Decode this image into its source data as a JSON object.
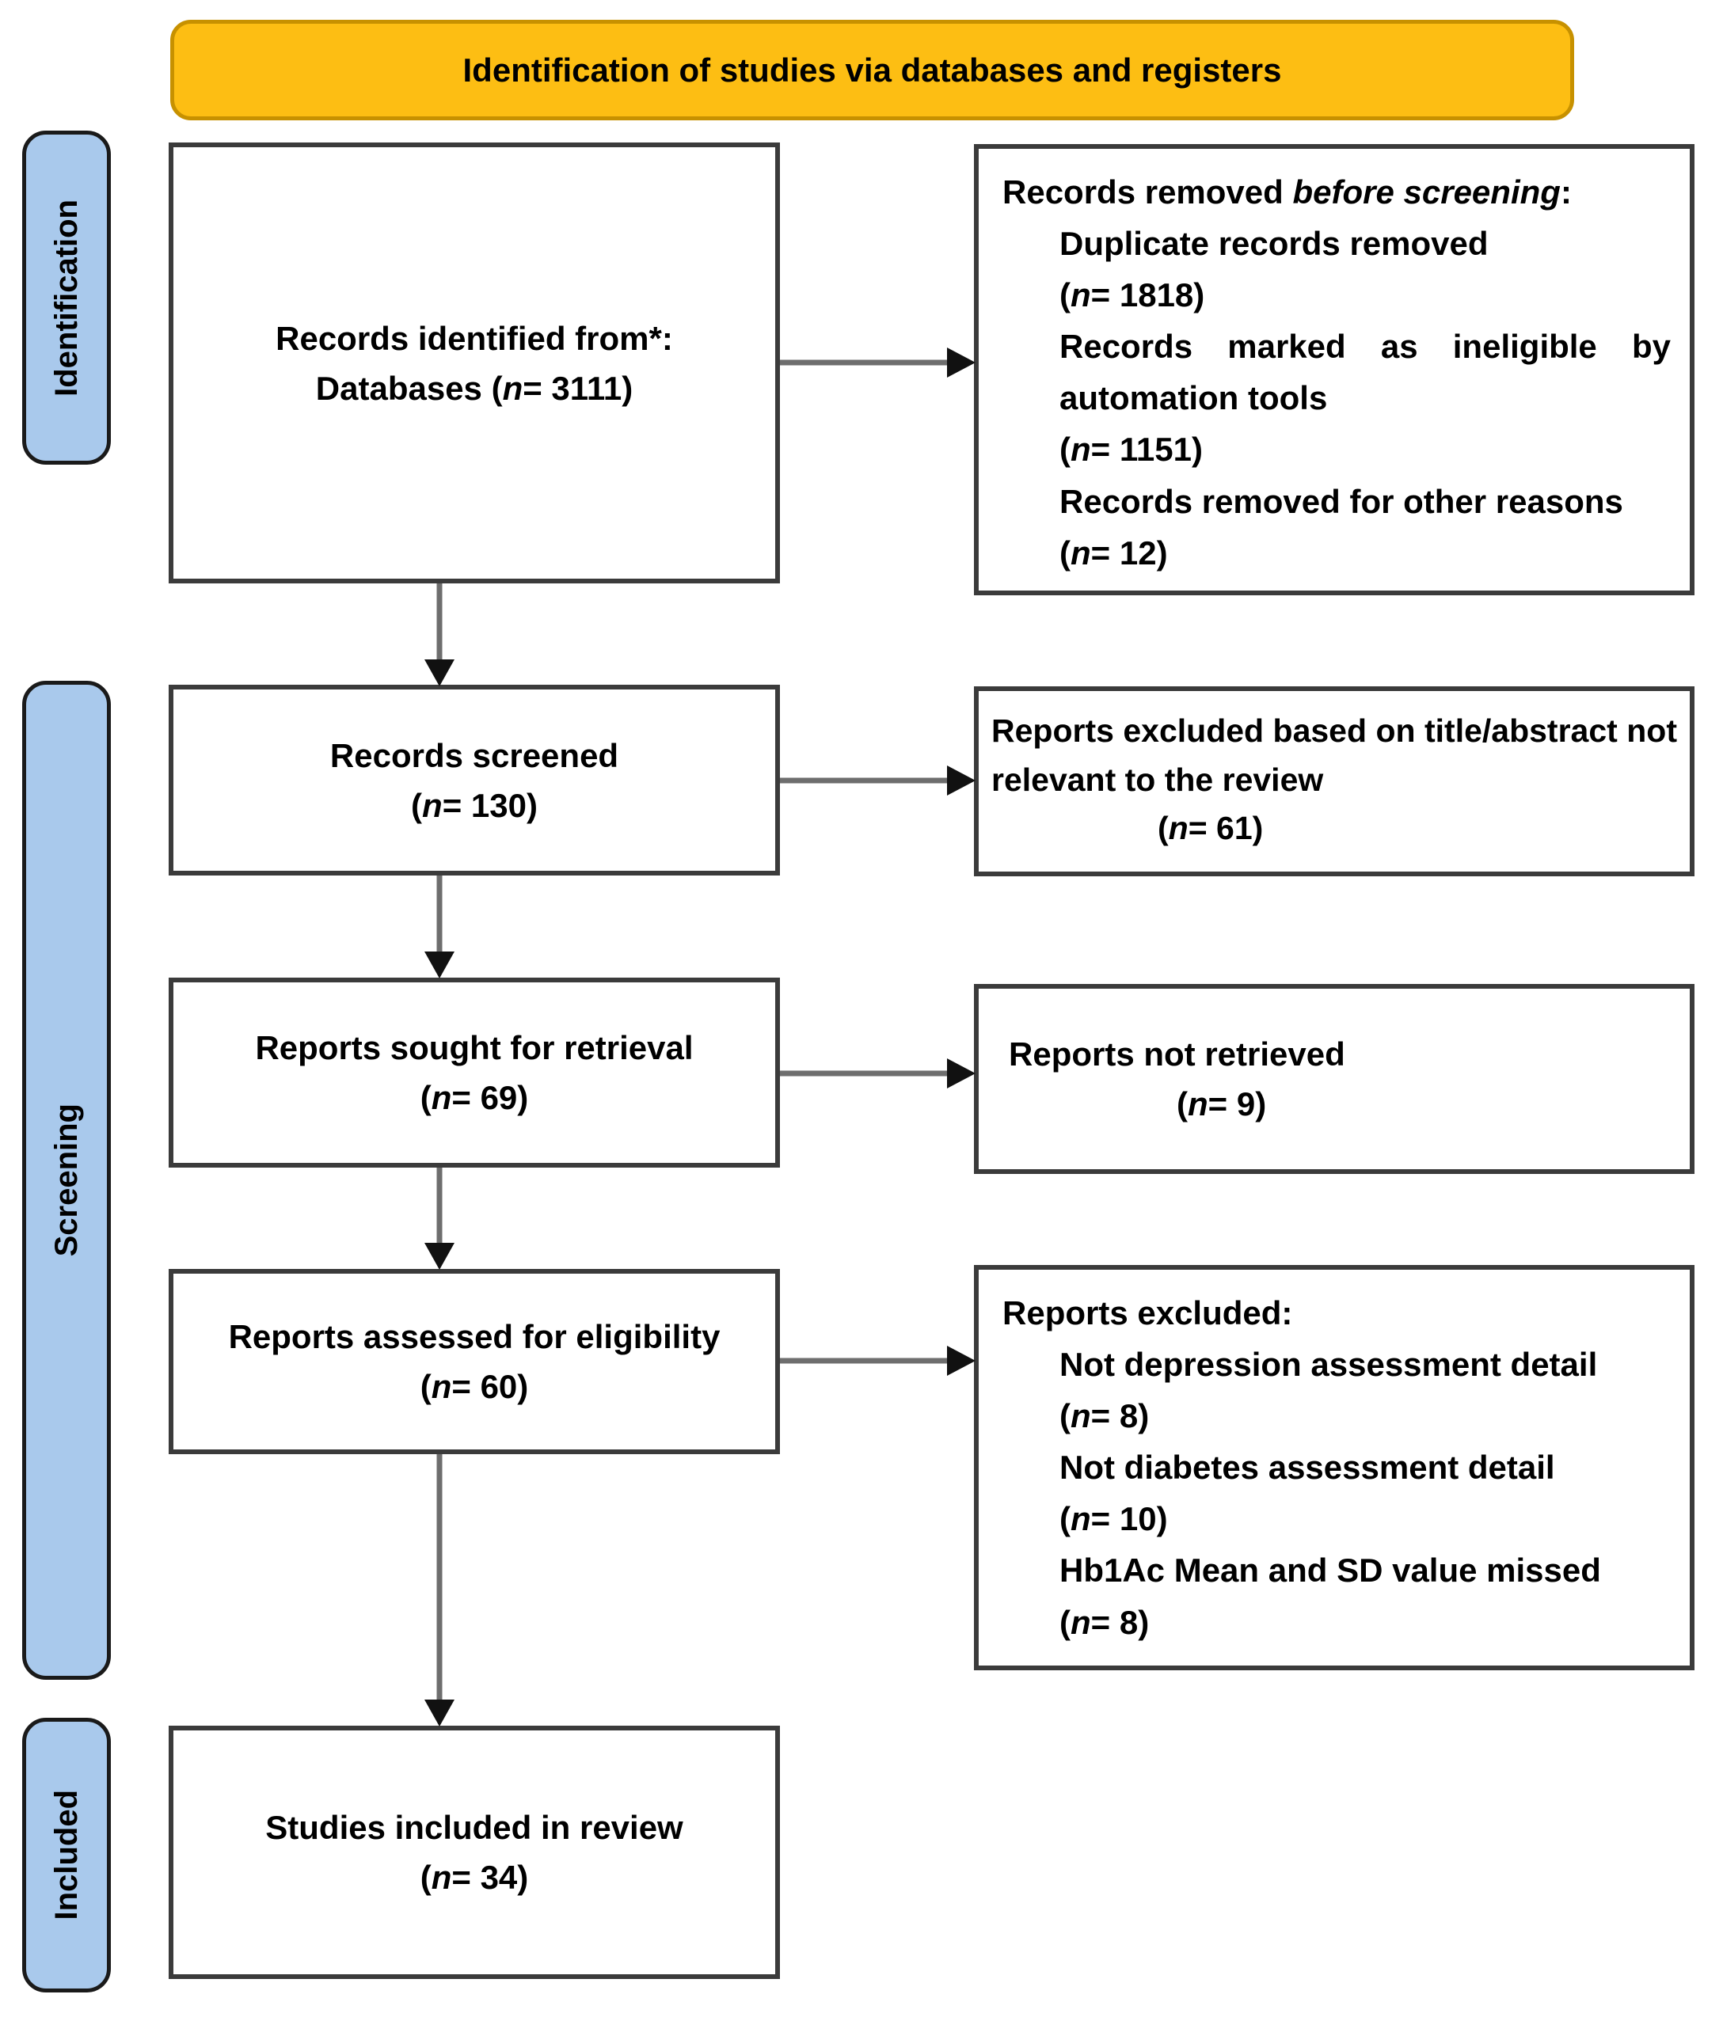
{
  "colors": {
    "banner_fill": "#FDBE13",
    "banner_border": "#C79100",
    "stage_fill": "#A9C9EC",
    "stage_border": "#1A1A1A",
    "box_border": "#3B3B3B",
    "arrow_line": "#6E6E6E",
    "arrow_head": "#111111"
  },
  "banner": {
    "title": "Identification of studies via databases and registers"
  },
  "sidebar": {
    "identification": "Identification",
    "screening": "Screening",
    "included": "Included"
  },
  "boxes": {
    "records_identified": {
      "line1": "Records identified from*:",
      "count_line": "Databases (n= 3111)"
    },
    "records_removed": {
      "heading_prefix": "Records removed ",
      "heading_italic": "before screening",
      "heading_suffix": ":",
      "items": [
        {
          "text": "Duplicate records removed",
          "count": "(n= 1818)"
        },
        {
          "text": "Records marked as ineligible by automation tools",
          "count": "(n= 1151)"
        },
        {
          "text": "Records removed for other reasons",
          "count": "(n= 12)"
        }
      ]
    },
    "records_screened": {
      "title": "Records screened",
      "count": "(n= 130)"
    },
    "reports_excluded_screening": {
      "text": "Reports excluded based on title/abstract not relevant to the review",
      "count": "(n= 61)"
    },
    "reports_sought": {
      "title": "Reports sought for retrieval",
      "count": "(n= 69)"
    },
    "reports_not_retrieved": {
      "text": "Reports not retrieved",
      "count": "(n= 9)"
    },
    "reports_assessed": {
      "title": "Reports assessed for eligibility",
      "count": "(n= 60)"
    },
    "reports_excluded_eligibility": {
      "heading": "Reports excluded:",
      "items": [
        {
          "text": "Not depression assessment detail",
          "count": "(n= 8)"
        },
        {
          "text": "Not diabetes assessment detail",
          "count": "(n= 10)"
        },
        {
          "text": "Hb1Ac Mean and SD value missed",
          "count": "(n= 8)"
        }
      ]
    },
    "studies_included": {
      "title": "Studies included in review",
      "count": "(n= 34)"
    }
  }
}
